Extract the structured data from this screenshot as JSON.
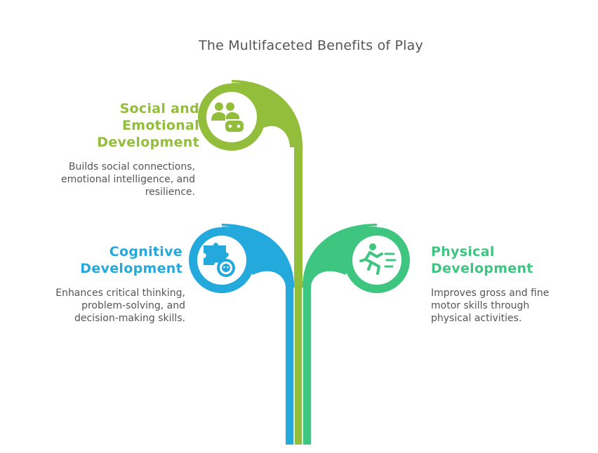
{
  "title": "The Multifaceted Benefits of Play",
  "colors": {
    "social": "#93be3c",
    "cognitive": "#23a9dc",
    "physical": "#3ec680",
    "text": "#555555"
  },
  "branches": {
    "social": {
      "heading": "Social and\nEmotional\nDevelopment",
      "description": "Builds social connections,\nemotional intelligence, and\nresilience.",
      "icon": "people-gamepad-icon"
    },
    "cognitive": {
      "heading": "Cognitive\nDevelopment",
      "description": "Enhances critical thinking,\nproblem-solving, and\ndecision-making skills.",
      "icon": "puzzle-gear-icon"
    },
    "physical": {
      "heading": "Physical\nDevelopment",
      "description": "Improves gross and fine\nmotor skills through\nphysical activities.",
      "icon": "running-person-icon"
    }
  }
}
